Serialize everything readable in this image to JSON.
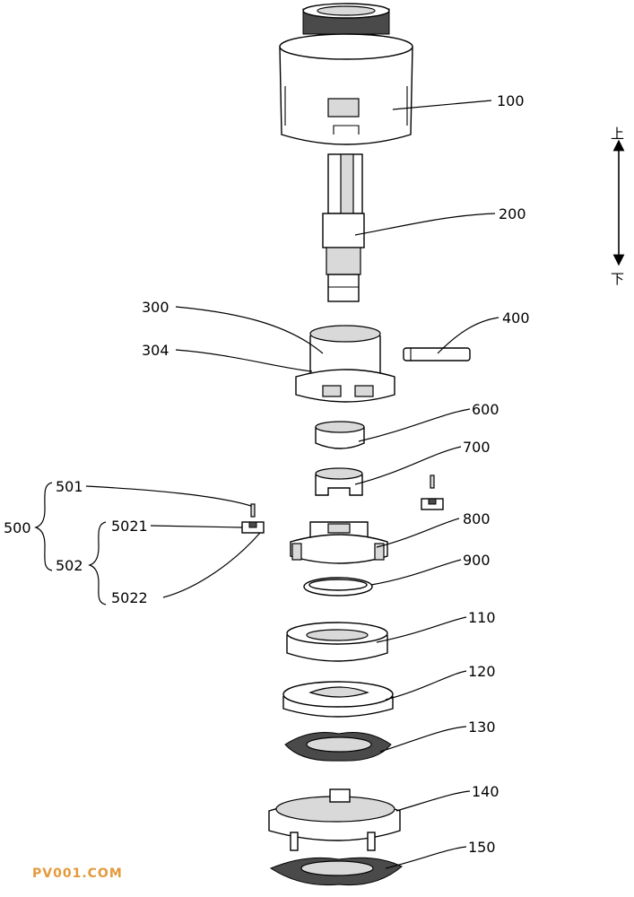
{
  "labels": {
    "p100": "100",
    "p200": "200",
    "p300": "300",
    "p304": "304",
    "p400": "400",
    "p600": "600",
    "p700": "700",
    "p800": "800",
    "p900": "900",
    "p110": "110",
    "p120": "120",
    "p130": "130",
    "p140": "140",
    "p150": "150",
    "p500": "500",
    "p501": "501",
    "p502": "502",
    "p5021": "5021",
    "p5022": "5022"
  },
  "direction": {
    "up": "上",
    "down": "下"
  },
  "watermark": "PV001.COM"
}
